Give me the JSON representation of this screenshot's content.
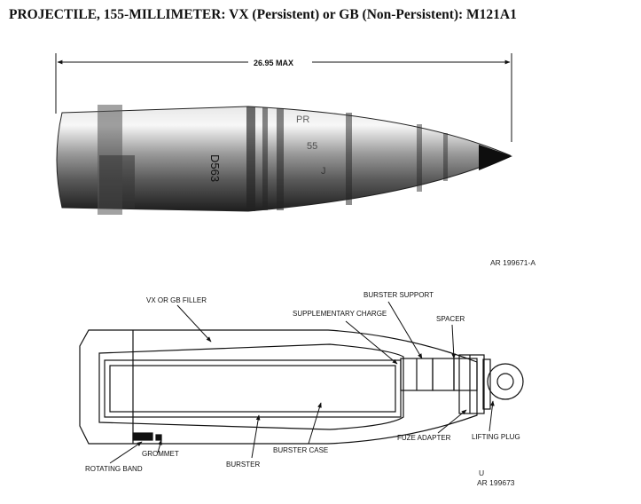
{
  "title": "PROJECTILE, 155-MILLIMETER: VX (Persistent) or GB (Non-Persistent): M121A1",
  "photo": {
    "dimension_label": "26.95 MAX",
    "stencil_text": "D563",
    "reference": "AR 199671-A"
  },
  "cutaway": {
    "labels": {
      "filler": "VX OR GB FILLER",
      "burster_support": "BURSTER SUPPORT",
      "supplementary_charge": "SUPPLEMENTARY CHARGE",
      "spacer": "SPACER",
      "lifting_plug": "LIFTING PLUG",
      "fuze_adapter": "FUZE ADAPTER",
      "burster_case": "BURSTER CASE",
      "burster": "BURSTER",
      "grommet": "GROMMET",
      "rotating_band": "ROTATING BAND"
    },
    "reference_line1": "U",
    "reference_line2": "AR 199673"
  }
}
